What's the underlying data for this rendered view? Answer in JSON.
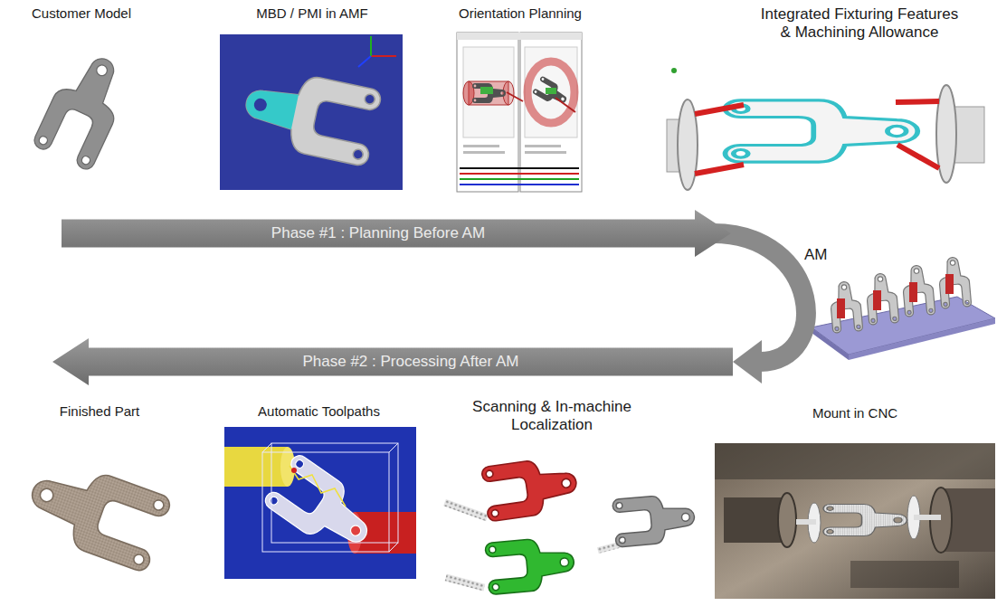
{
  "diagram": {
    "nodes": [
      {
        "text": [
          "Customer Model"
        ]
      },
      {
        "text": [
          "MBD / PMI in AMF"
        ]
      },
      {
        "text": [
          "Orientation Planning"
        ]
      },
      {
        "text": [
          "Integrated Fixturing Features & Machining Allowance"
        ]
      },
      {
        "text": [
          "Phase #1 : Planning Before AM"
        ]
      },
      {
        "text": [
          "AM"
        ]
      },
      {
        "text": [
          "Phase #2 : Processing After AM"
        ]
      },
      {
        "text": [
          "Finished Part"
        ]
      },
      {
        "text": [
          "Automatic Toolpaths"
        ]
      },
      {
        "text": [
          "Scanning & In-machine Localization"
        ]
      },
      {
        "text": [
          "Mount in CNC"
        ]
      }
    ],
    "edges": [
      {
        "from": 4,
        "to": 6,
        "arrow": "to"
      }
    ]
  }
}
